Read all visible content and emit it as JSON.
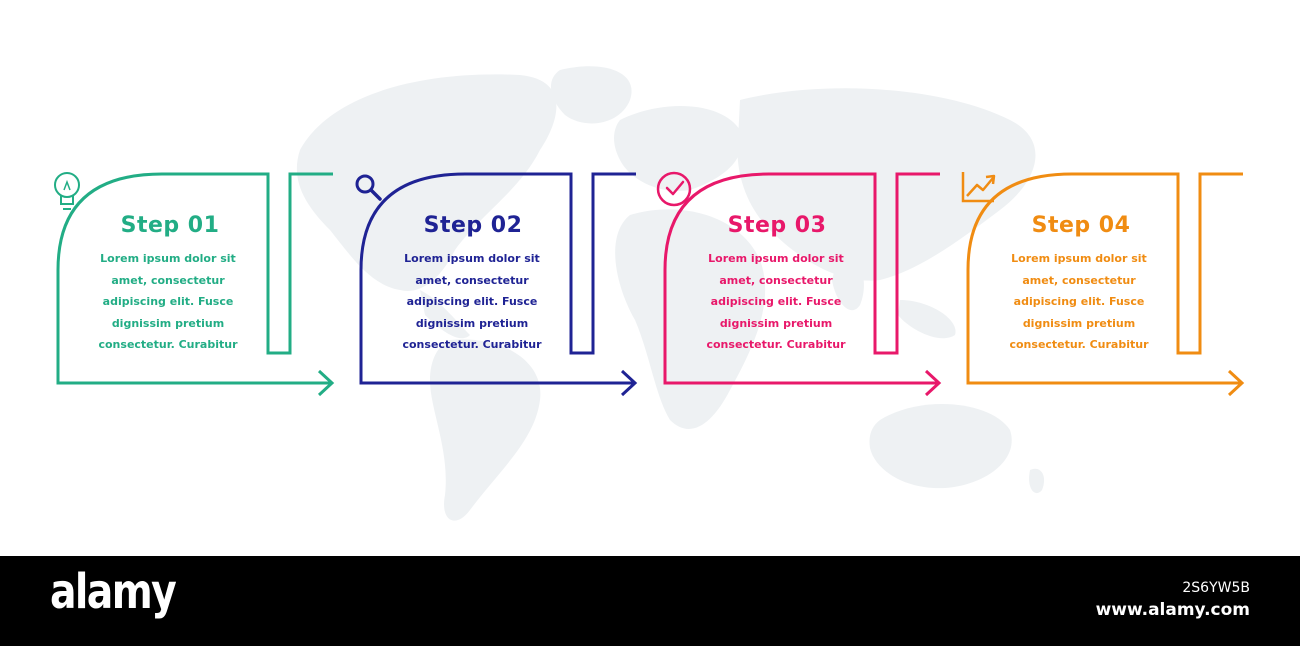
{
  "steps": [
    {
      "title": "Step 01",
      "text": [
        "Lorem ipsum dolor sit",
        "amet, consectetur",
        "adipiscing elit. Fusce",
        "dignissim pretium",
        "consectetur. Curabitur"
      ],
      "color": "#22ad85",
      "icon": "lightbulb-icon"
    },
    {
      "title": "Step 02",
      "text": [
        "Lorem ipsum dolor sit",
        "amet, consectetur",
        "adipiscing elit. Fusce",
        "dignissim pretium",
        "consectetur. Curabitur"
      ],
      "color": "#1f2394",
      "icon": "search-icon"
    },
    {
      "title": "Step 03",
      "text": [
        "Lorem ipsum dolor sit",
        "amet, consectetur",
        "adipiscing elit. Fusce",
        "dignissim pretium",
        "consectetur. Curabitur"
      ],
      "color": "#e8186a",
      "icon": "clock-icon"
    },
    {
      "title": "Step 04",
      "text": [
        "Lorem ipsum dolor sit",
        "amet, consectetur",
        "adipiscing elit. Fusce",
        "dignissim pretium",
        "consectetur. Curabitur"
      ],
      "color": "#f08c12",
      "icon": "growth-chart-icon"
    }
  ],
  "footer": {
    "logo": "alamy",
    "image_code": "2S6YW5B",
    "url": "www.alamy.com"
  },
  "colors": {
    "map": "#eef0f2",
    "footer_bg": "#000000"
  }
}
